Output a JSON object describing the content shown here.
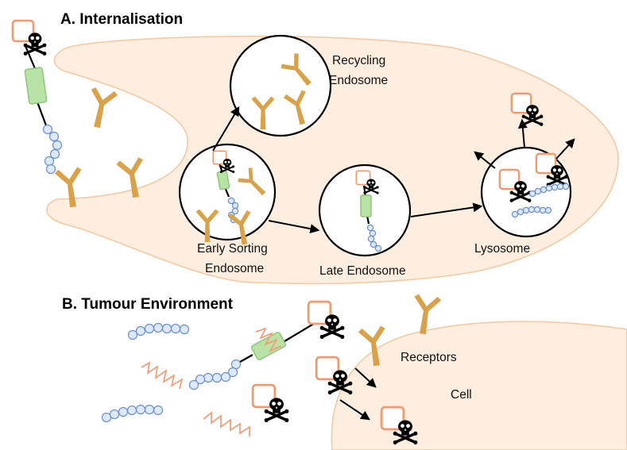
{
  "sections": {
    "a_title": "A. Internalisation",
    "b_title": "B. Tumour Environment"
  },
  "labels": {
    "recycling_1": "Recycling",
    "recycling_2": "Endosome",
    "early_1": "Early Sorting",
    "early_2": "Endosome",
    "late": "Late Endosome",
    "lysosome": "Lysosome",
    "receptors": "Receptors",
    "cell": "Cell"
  },
  "colors": {
    "cell_fill": "#fdeee0",
    "receptor": "#d9a24a",
    "antibody": "#b9e3a6",
    "payload_border": "#ef9a70",
    "polymer_bead": "#dde9fb",
    "linker_zigzag": "#f0a07c"
  },
  "icons": {
    "payload": "skull-crossbones-icon",
    "receptor": "y-receptor-icon"
  }
}
